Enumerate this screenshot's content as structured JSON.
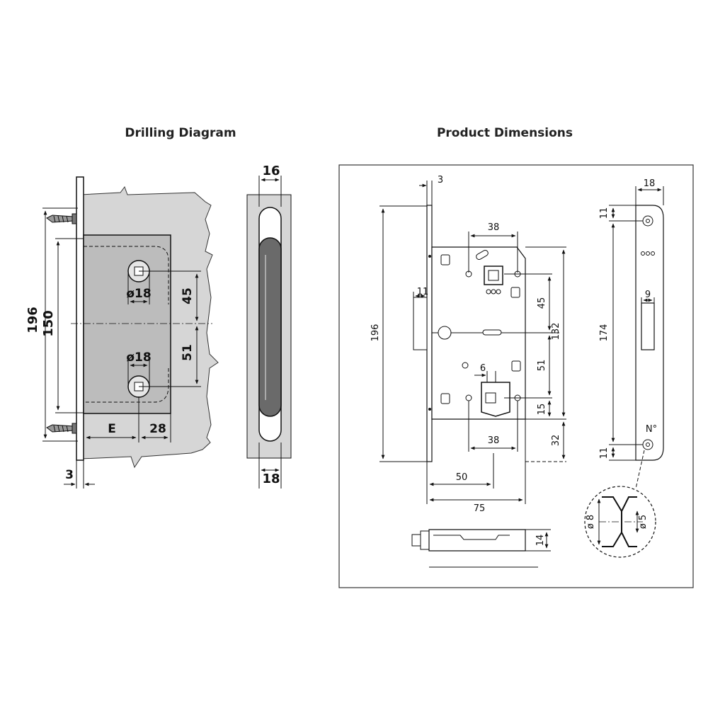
{
  "drilling": {
    "title": "Drilling Diagram",
    "dim_196": "196",
    "dim_150": "150",
    "hole_top": "ø18",
    "hole_bottom": "ø18",
    "dim_45": "45",
    "dim_51": "51",
    "dim_E": "E",
    "dim_28": "28",
    "dim_3": "3",
    "edge_16": "16",
    "edge_18": "18"
  },
  "product": {
    "title": "Product Dimensions",
    "dim_3": "3",
    "dim_38_top": "38",
    "dim_196": "196",
    "dim_11": "11",
    "dim_45": "45",
    "dim_132": "132",
    "dim_51": "51",
    "dim_6": "6",
    "dim_15": "15",
    "dim_32": "32",
    "dim_38_bottom": "38",
    "dim_50": "50",
    "dim_75": "75",
    "dim_14": "14",
    "plate_18": "18",
    "plate_11_top": "11",
    "plate_174": "174",
    "plate_9": "9",
    "plate_11_bottom": "11",
    "plate_no": "N°",
    "detail_8": "ø 8",
    "detail_5": "ø 5"
  }
}
